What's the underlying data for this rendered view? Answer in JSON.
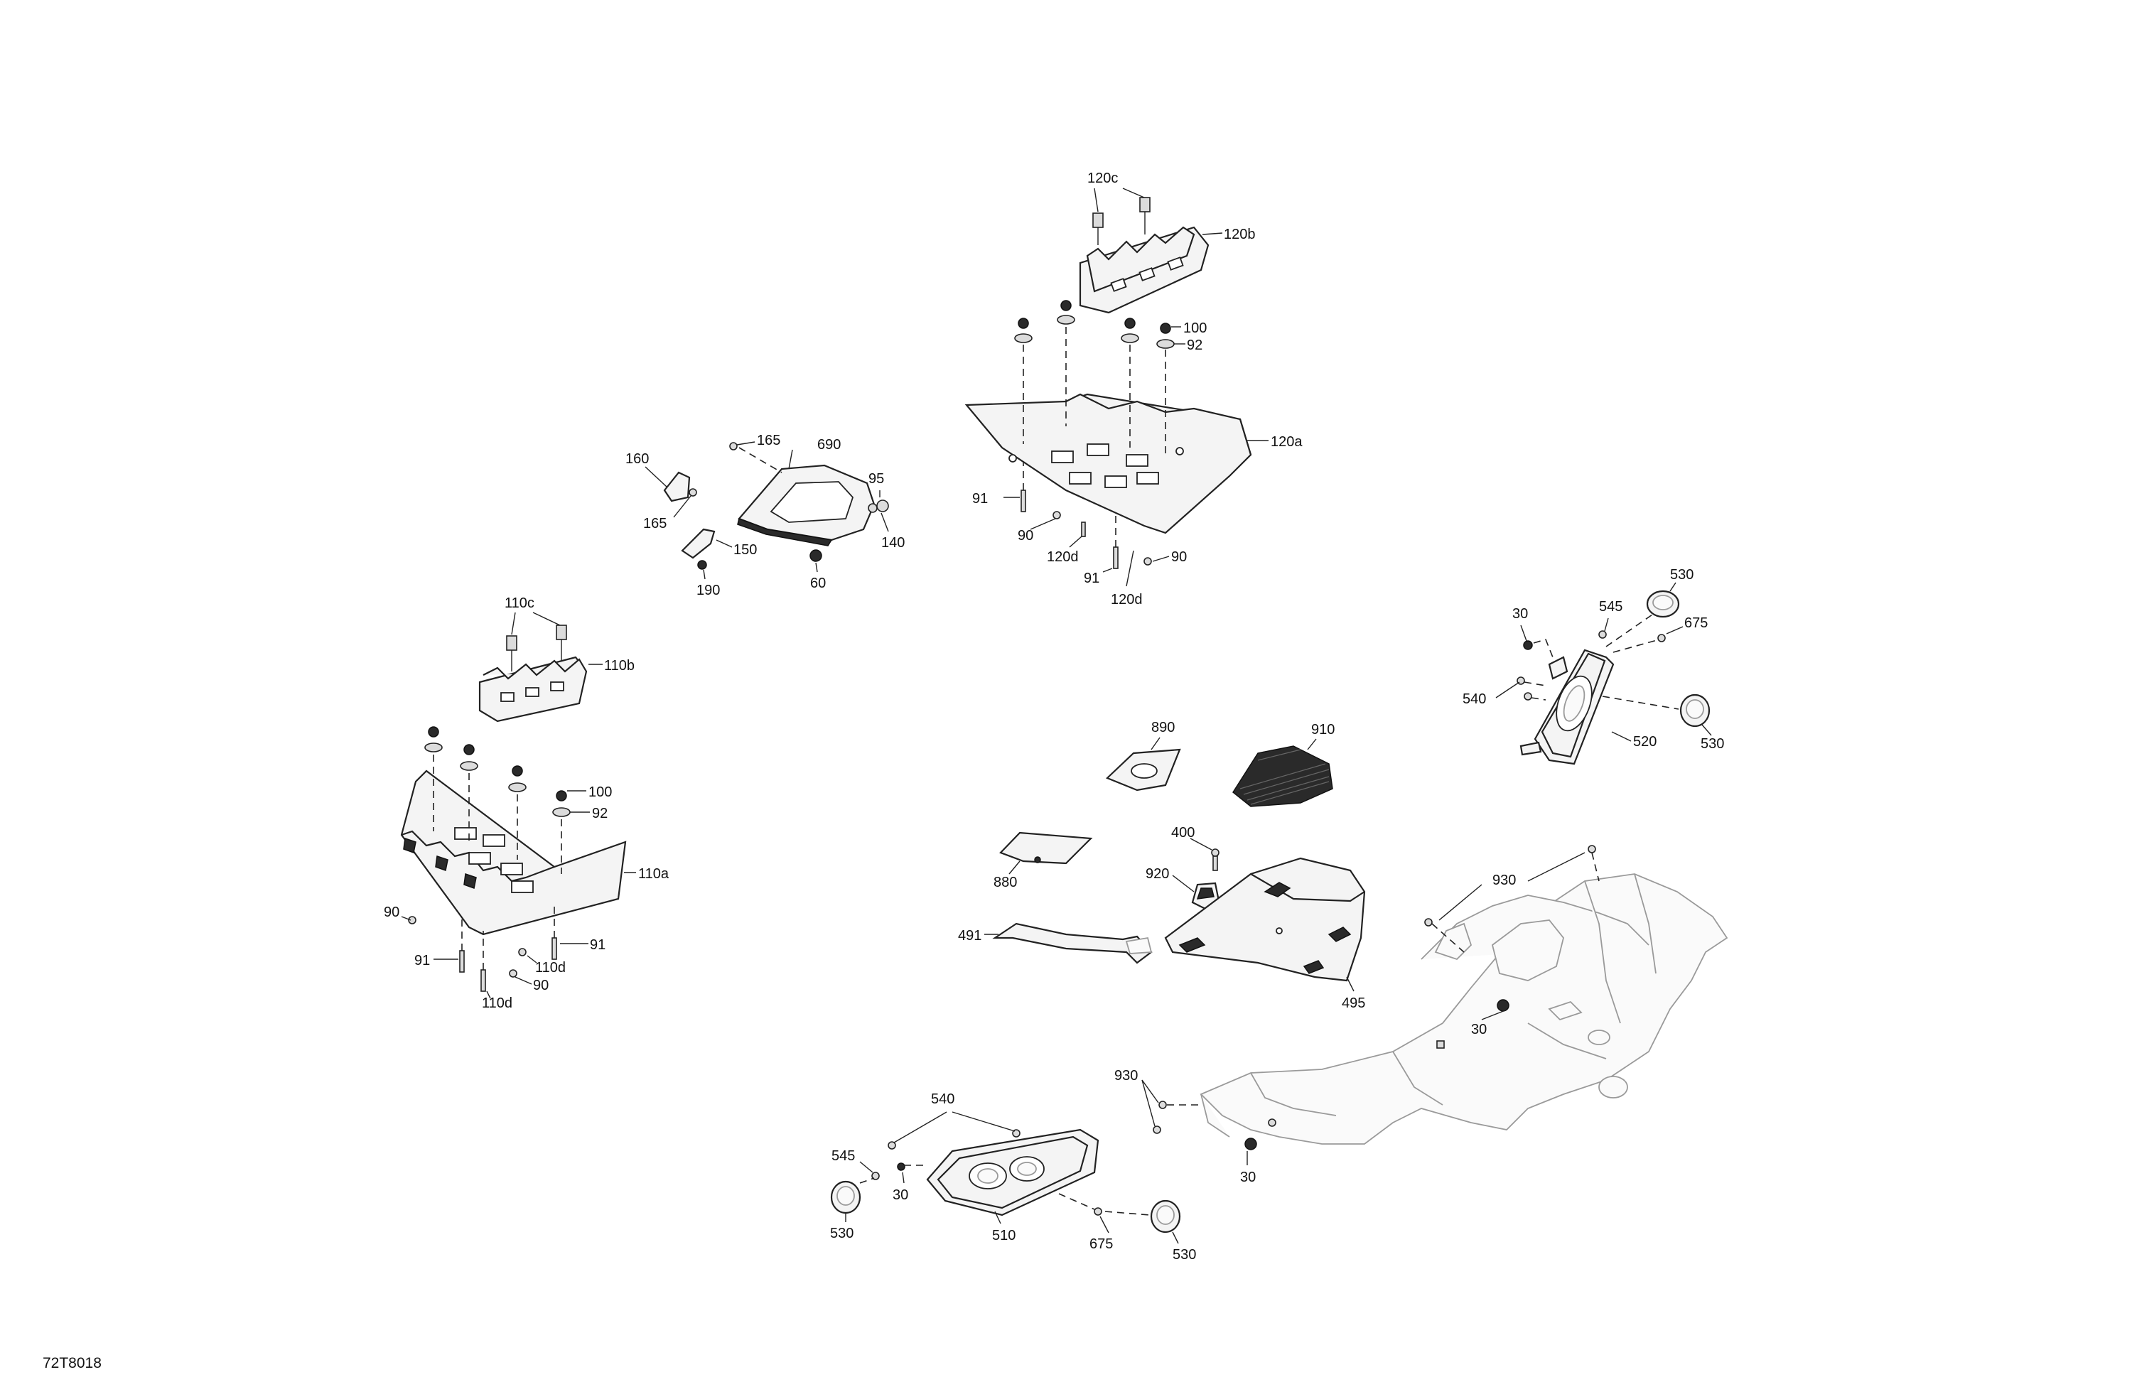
{
  "drawing_code": "72T8018",
  "callouts": {
    "c120c": "120c",
    "c120b": "120b",
    "c100_r": "100",
    "c92_r": "92",
    "c120a": "120a",
    "c91_r1": "91",
    "c90_r1": "90",
    "c120d_r1": "120d",
    "c91_r2": "91",
    "c120d_r2": "120d",
    "c90_r2": "90",
    "c165_a": "165",
    "c690": "690",
    "c160": "160",
    "c95": "95",
    "c165_b": "165",
    "c150": "150",
    "c140": "140",
    "c190": "190",
    "c60": "60",
    "c110c": "110c",
    "c110b": "110b",
    "c100_l": "100",
    "c92_l": "92",
    "c110a": "110a",
    "c90_l1": "90",
    "c91_l1": "91",
    "c91_l2": "91",
    "c110d_l1": "110d",
    "c90_l2": "90",
    "c110d_l2": "110d",
    "c30_rp": "30",
    "c545_rp": "545",
    "c530_rp1": "530",
    "c675_rp": "675",
    "c540_rp": "540",
    "c520": "520",
    "c530_rp2": "530",
    "c890": "890",
    "c910": "910",
    "c400": "400",
    "c880": "880",
    "c920": "920",
    "c930_a": "930",
    "c491": "491",
    "c495": "495",
    "c30_body1": "30",
    "c930_b": "930",
    "c30_body2": "30",
    "c540_lp": "540",
    "c545_lp": "545",
    "c30_lp": "30",
    "c530_lp1": "530",
    "c510": "510",
    "c675_lp": "675",
    "c530_lp2": "530"
  }
}
